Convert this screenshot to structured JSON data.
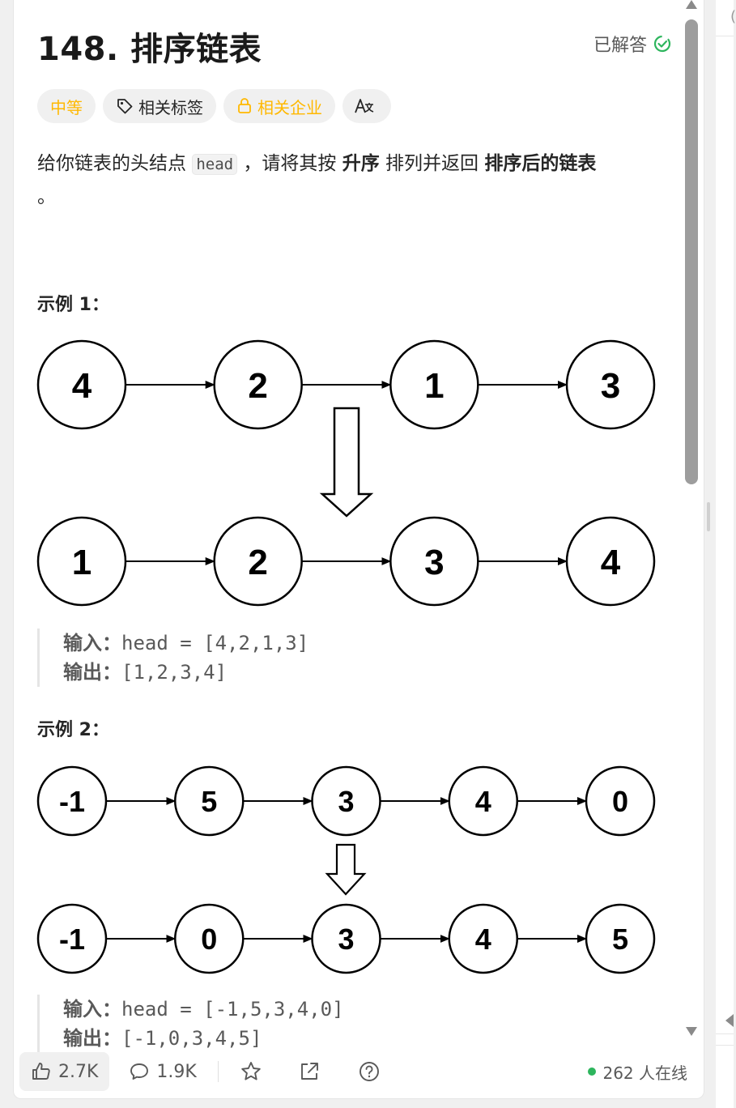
{
  "problem": {
    "title": "148. 排序链表",
    "status": "已解答",
    "tags": {
      "difficulty": "中等",
      "topics": "相关标签",
      "companies": "相关企业"
    },
    "description": {
      "p1": "给你链表的头结点 ",
      "code_head": "head",
      "p2": " ，请将其按 ",
      "b_ascending": "升序",
      "p3": " 排列并返回 ",
      "b_sorted": "排序后的链表",
      "p4": " 。"
    }
  },
  "examples": [
    {
      "title": "示例 1：",
      "input_label": "输入：",
      "input_value": "head = [4,2,1,3]",
      "output_label": "输出：",
      "output_value": "[1,2,3,4]",
      "diagram": {
        "before": [
          "4",
          "2",
          "1",
          "3"
        ],
        "after": [
          "1",
          "2",
          "3",
          "4"
        ]
      }
    },
    {
      "title": "示例 2：",
      "input_label": "输入：",
      "input_value": "head = [-1,5,3,4,0]",
      "output_label": "输出：",
      "output_value": "[-1,0,3,4,5]",
      "diagram": {
        "before": [
          "-1",
          "5",
          "3",
          "4",
          "0"
        ],
        "after": [
          "-1",
          "0",
          "3",
          "4",
          "5"
        ]
      }
    }
  ],
  "footer": {
    "likes": "2.7K",
    "comments": "1.9K",
    "online": "262 人在线"
  },
  "colors": {
    "accent_medium": "#ffb800",
    "solved_green": "#2db55d",
    "online_green": "#2db55d"
  }
}
